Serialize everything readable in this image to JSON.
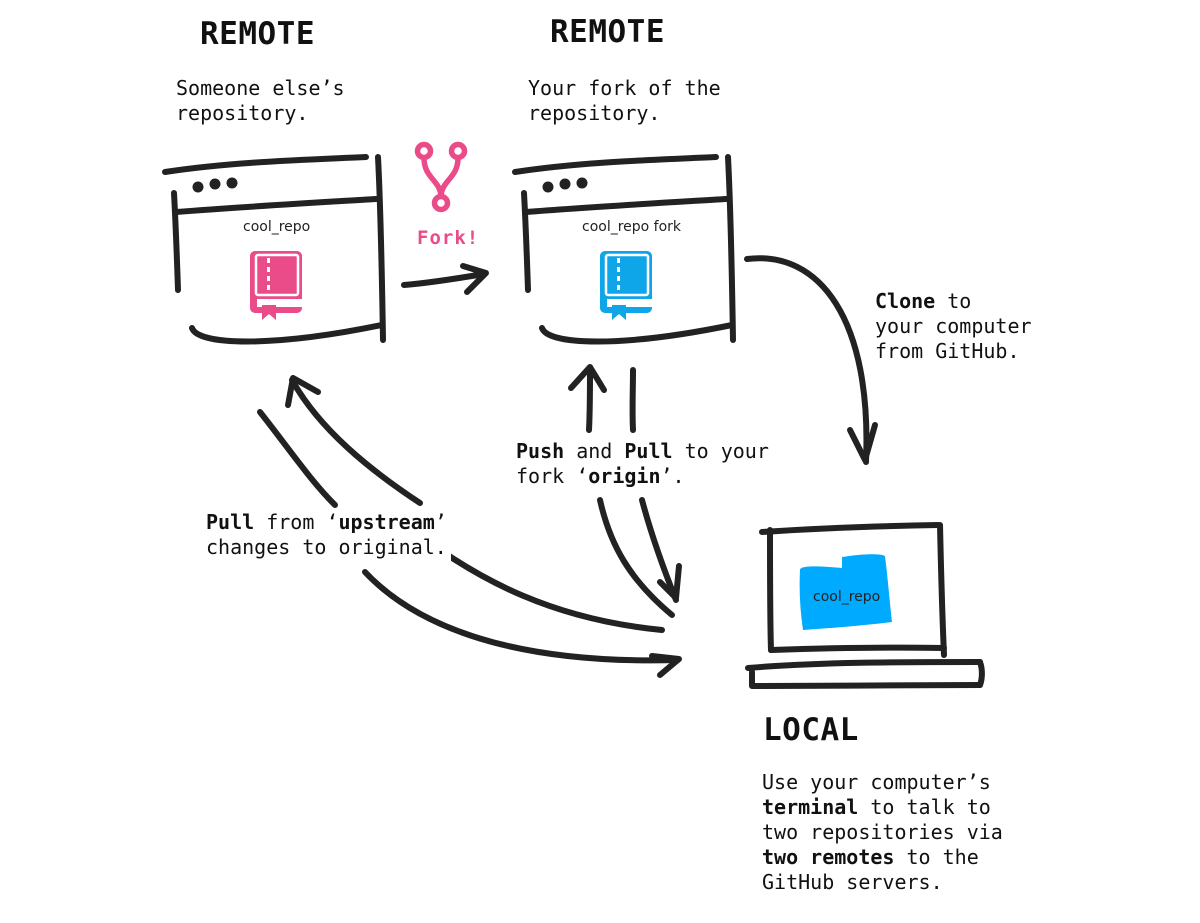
{
  "remote_original": {
    "heading": "REMOTE",
    "description": "Someone else’s\nrepository.",
    "repo_name": "cool_repo"
  },
  "remote_fork": {
    "heading": "REMOTE",
    "description": "Your fork of the\nrepository.",
    "repo_name": "cool_repo fork"
  },
  "fork_action": {
    "label": "Fork!",
    "icon": "git-fork-icon"
  },
  "clone_note": {
    "bold": "Clone",
    "line1_rest": " to",
    "line2": "your computer",
    "line3": "from GitHub."
  },
  "push_pull_note": {
    "push": "Push",
    "and": " and ",
    "pull": "Pull",
    "rest1": " to your",
    "line2_pre": "fork ‘",
    "origin": "origin",
    "line2_post": "’."
  },
  "upstream_note": {
    "pull": "Pull",
    "from": " from ‘",
    "upstream": "upstream",
    "close": "’",
    "line2": "changes to original."
  },
  "local": {
    "heading": "LOCAL",
    "folder_name": "cool_repo",
    "line1": "Use your computer’s",
    "terminal": "terminal",
    "line2_rest": " to talk to",
    "line3": "two repositories via",
    "two_remotes": "two remotes",
    "line4_rest": " to the",
    "line5": "GitHub servers."
  },
  "colors": {
    "ink": "#222222",
    "fork_pink": "#ea4c89",
    "fork_blue": "#0ea5e9",
    "folder_blue": "#00aaff"
  }
}
